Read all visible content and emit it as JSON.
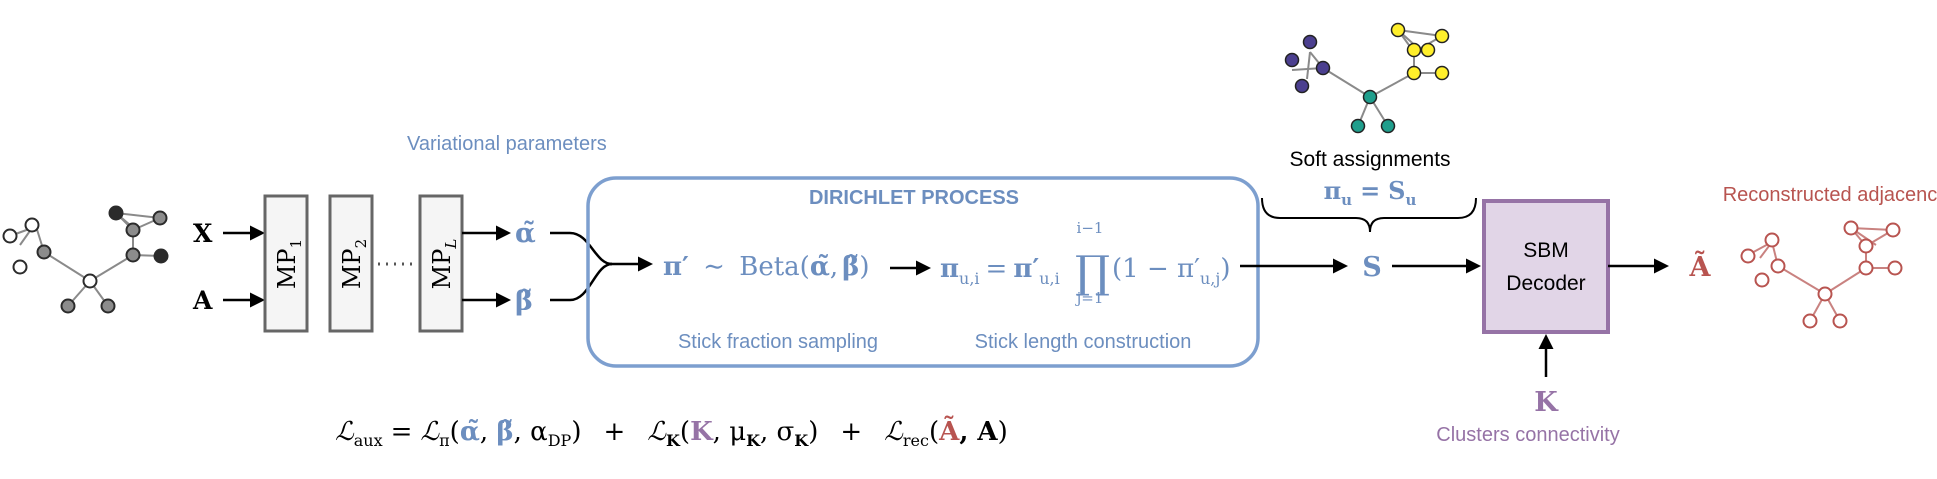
{
  "colors": {
    "blue": "#6c8ebf",
    "blue_box": "#7d9fcf",
    "purple": "#9673a6",
    "purple_fill": "#e1d5e7",
    "red": "#b85450",
    "mp_fill": "#f5f5f5",
    "mp_stroke": "#666666",
    "node_dark": "#2b2b2b",
    "node_gray": "#8c8c8c",
    "cluster_purple": "#4b3f8f",
    "cluster_yellow": "#ffef2b",
    "cluster_teal": "#1f9e8c"
  },
  "inputs": {
    "x_label": "X",
    "a_label": "A"
  },
  "message_passing": {
    "layers": [
      {
        "base": "MP",
        "sub": "1"
      },
      {
        "base": "MP",
        "sub": "2"
      },
      {
        "base": "MP",
        "sub": "L"
      }
    ]
  },
  "variational": {
    "title": "Variational parameters",
    "alpha": "α̃",
    "beta": "β̃"
  },
  "dirichlet": {
    "title": "DIRICHLET PROCESS",
    "sampling_formula": {
      "lhs": "π′",
      "rel": "∼",
      "func": "Beta(",
      "a": "α̃",
      "comma": ",",
      "b": "β̃",
      "close": ")"
    },
    "sampling_caption": "Stick fraction sampling",
    "construction_formula": {
      "lhs": "π",
      "lhs_sub": "u,i",
      "eq": "=",
      "rhs": "π′",
      "rhs_sub": "u,i",
      "prod": "∏",
      "prod_upper": "i−1",
      "prod_lower": "j=1",
      "factor": "(1 − π′",
      "factor_sub": "u,j",
      "factor_close": ")"
    },
    "construction_caption": "Stick length construction"
  },
  "soft_assignments": {
    "title": "Soft assignments",
    "formula_lhs": "π",
    "formula_lhs_sub": "u",
    "formula_eq": "=",
    "formula_rhs": "S",
    "formula_rhs_sub": "u",
    "symbol": "S"
  },
  "decoder": {
    "line1": "SBM",
    "line2": "Decoder"
  },
  "connectivity": {
    "symbol": "K",
    "label": "Clusters connectivity"
  },
  "output": {
    "symbol": "Ã",
    "label": "Reconstructed adjacency"
  },
  "loss": {
    "lhs": "ℒ",
    "lhs_sub": "aux",
    "eq": "=",
    "t1": "ℒ",
    "t1_sub": "π",
    "t1_args_open": "(",
    "t1_alpha": "α̃",
    "t1_comma1": ", ",
    "t1_beta": "β̃",
    "t1_rest": ", α",
    "t1_rest_sub": "DP",
    "t1_close": ")",
    "plus1": "+",
    "t2": "ℒ",
    "t2_sub": "K",
    "t2_open": "(",
    "t2_K": "K",
    "t2_rest": ", μ",
    "t2_mu_sub": "K",
    "t2_comma": ", σ",
    "t2_sigma_sub": "K",
    "t2_close": ")",
    "plus2": "+",
    "t3": "ℒ",
    "t3_sub": "rec",
    "t3_open": "(",
    "t3_A": "Ã",
    "t3_rest": ", A",
    "t3_close": ")"
  }
}
